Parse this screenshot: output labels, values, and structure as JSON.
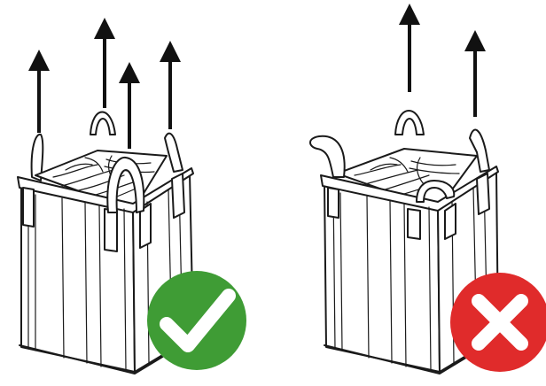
{
  "illustrations": [
    {
      "id": "correct",
      "lift_points": 4,
      "verdict": "correct",
      "badge_icon": "check-mark-icon",
      "badge_color": "#3f9c35"
    },
    {
      "id": "incorrect",
      "lift_points": 2,
      "verdict": "incorrect",
      "badge_icon": "cross-mark-icon",
      "badge_color": "#e02b2b"
    }
  ],
  "colors": {
    "outline": "#1a1a1a",
    "arrow": "#111111",
    "bag_fill": "#ffffff",
    "correct": "#3f9c35",
    "incorrect": "#e02b2b"
  }
}
